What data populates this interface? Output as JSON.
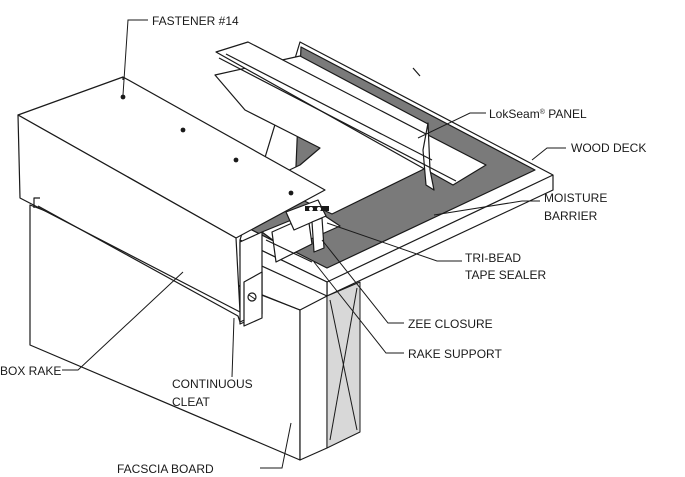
{
  "labels": {
    "fastener": "FASTENER #14",
    "lokseam_brand": "LokSeam",
    "lokseam_reg": "®",
    "lokseam_rest": " PANEL",
    "wood_deck": "WOOD DECK",
    "moisture_line1": "MOISTURE",
    "moisture_line2": "BARRIER",
    "tribead_line1": "TRI-BEAD",
    "tribead_line2": "TAPE SEALER",
    "zee_closure": "ZEE CLOSURE",
    "rake_support": "RAKE SUPPORT",
    "box_rake": "BOX RAKE",
    "cleat_line1": "CONTINUOUS",
    "cleat_line2": "CLEAT",
    "fascia_board": "FACSCIA BOARD"
  },
  "colors": {
    "moisture_barrier": "#7a7a7a",
    "line": "#1a1a1a",
    "background": "#ffffff"
  }
}
